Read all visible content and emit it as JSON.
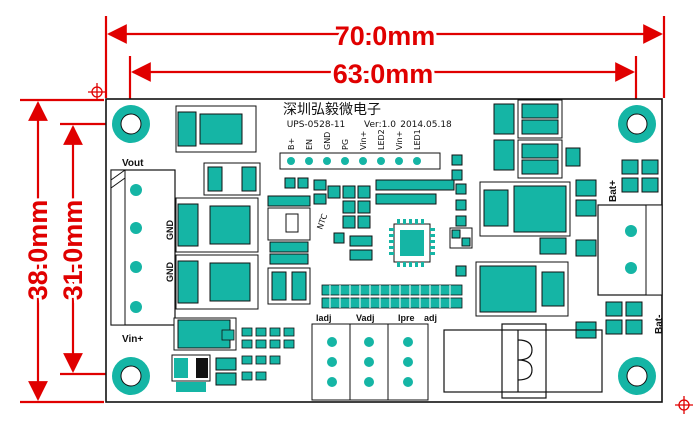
{
  "dimensions": {
    "outer_width": "70.0mm",
    "hole_spacing_x": "63.0mm",
    "outer_height": "38.0mm",
    "hole_spacing_y": "31.0mm"
  },
  "board": {
    "company": "深圳弘毅微电子",
    "model": "UPS-0528-11",
    "version": "Ver:1.0",
    "date": "2014.05.18",
    "pin_labels": [
      "B+",
      "EN",
      "GND",
      "PG",
      "Vin+",
      "LED2",
      "Vin+",
      "LED1"
    ],
    "vout_label": "Vout",
    "vin_label": "Vin+",
    "gnd_label_1": "GND",
    "gnd_label_2": "GND",
    "ntc_label": "NTC",
    "iadj_label": "Iadj",
    "vadj_label": "Vadj",
    "ipre_label": "Ipre",
    "adj_label": "adj",
    "bat_plus_label": "Bat+",
    "bat_minus_label": "Bat-"
  },
  "colors": {
    "dimension": "#e00000",
    "pad": "#15b5a5",
    "outline": "#111111"
  }
}
